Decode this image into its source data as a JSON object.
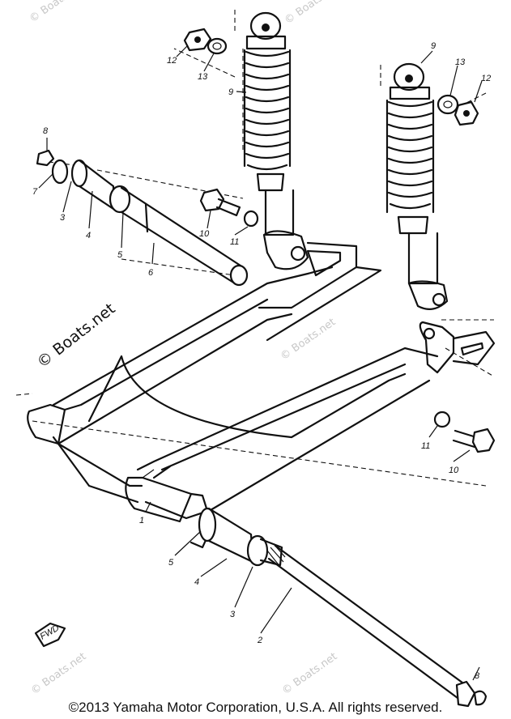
{
  "callouts": [
    {
      "id": "c12a",
      "text": "12"
    },
    {
      "id": "c13a",
      "text": "13"
    },
    {
      "id": "c9a",
      "text": "9"
    },
    {
      "id": "c9b",
      "text": "9"
    },
    {
      "id": "c13b",
      "text": "13"
    },
    {
      "id": "c12b",
      "text": "12"
    },
    {
      "id": "c8a",
      "text": "8"
    },
    {
      "id": "c7",
      "text": "7"
    },
    {
      "id": "c3a",
      "text": "3"
    },
    {
      "id": "c4a",
      "text": "4"
    },
    {
      "id": "c5a",
      "text": "5"
    },
    {
      "id": "c6",
      "text": "6"
    },
    {
      "id": "c10a",
      "text": "10"
    },
    {
      "id": "c11a",
      "text": "11"
    },
    {
      "id": "c11b",
      "text": "11"
    },
    {
      "id": "c10b",
      "text": "10"
    },
    {
      "id": "c1",
      "text": "1"
    },
    {
      "id": "c5b",
      "text": "5"
    },
    {
      "id": "c4b",
      "text": "4"
    },
    {
      "id": "c3b",
      "text": "3"
    },
    {
      "id": "c2",
      "text": "2"
    },
    {
      "id": "c8b",
      "text": "8"
    }
  ],
  "fwd_label": "FWD",
  "copyright_overlay": "© Boats.net",
  "watermark_text": "© Boats.net",
  "footer_text": "©2013 Yamaha Motor Corporation, U.S.A. All rights reserved."
}
